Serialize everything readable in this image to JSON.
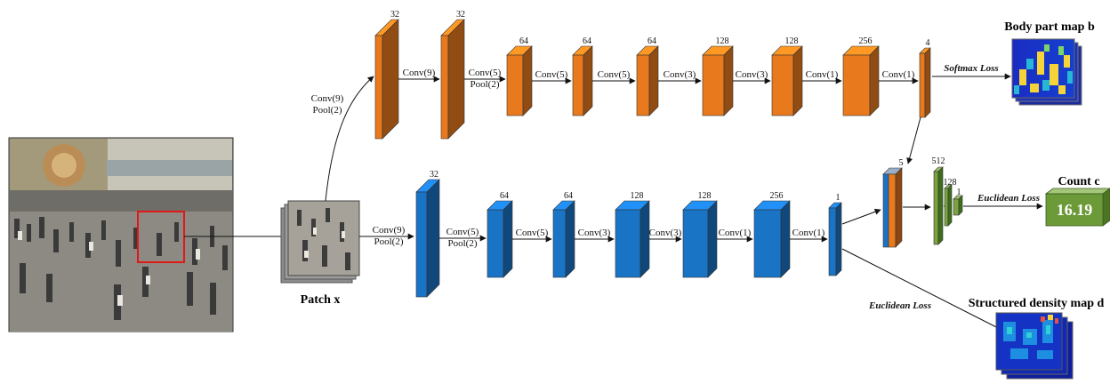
{
  "input": {
    "patch_label": "Patch x"
  },
  "top_branch": {
    "entry_op": [
      "Conv(9)",
      "Pool(2)"
    ],
    "channels": [
      "32",
      "32",
      "64",
      "64",
      "64",
      "128",
      "128",
      "256",
      "4"
    ],
    "ops": [
      [
        "Conv(9)"
      ],
      [
        "Conv(5)",
        "Pool(2)"
      ],
      [
        "Conv(5)"
      ],
      [
        "Conv(5)"
      ],
      [
        "Conv(3)"
      ],
      [
        "Conv(3)"
      ],
      [
        "Conv(1)"
      ],
      [
        "Conv(1)"
      ]
    ],
    "loss_label": "Softmax Loss",
    "output_title": "Body part map b"
  },
  "bottom_branch": {
    "entry_op": [
      "Conv(9)",
      "Pool(2)"
    ],
    "channels": [
      "32",
      "64",
      "64",
      "128",
      "128",
      "256",
      "1"
    ],
    "ops": [
      [
        "Conv(5)",
        "Pool(2)"
      ],
      [
        "Conv(5)"
      ],
      [
        "Conv(3)"
      ],
      [
        "Conv(3)"
      ],
      [
        "Conv(1)"
      ],
      [
        "Conv(1)"
      ]
    ],
    "density_loss_label": "Euclidean Loss",
    "density_title": "Structured density map d"
  },
  "fusion": {
    "concat_channels": "5",
    "fc_channels": [
      "512",
      "128",
      "1"
    ],
    "loss_label": "Euclidean Loss",
    "count_title": "Count c",
    "count_value": "16.19"
  },
  "colors": {
    "orange": "#e87a1d",
    "blue": "#1a74c6",
    "green": "#7ba23f",
    "dark_green": "#3c6e1c"
  }
}
